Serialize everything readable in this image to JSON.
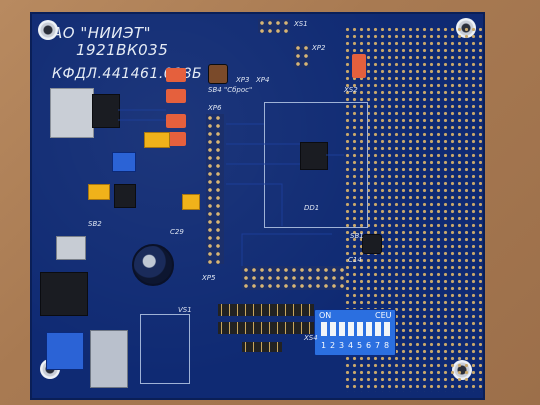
{
  "board": {
    "maker_line": "АО \"НИИЭТ\"",
    "chip_line": "1921ВК035",
    "doc_line": "КФДЛ.441461.018Б",
    "labels": [
      "XS1",
      "XP2",
      "XS2",
      "SB4",
      "\"Сброс\"",
      "XP3",
      "XP4",
      "SB1",
      "XP5",
      "SB2",
      "C29",
      "VS1",
      "XP6",
      "XS4",
      "C14",
      "DD1"
    ],
    "dip": {
      "on_label": "ON",
      "brand_label": "CEU",
      "numbers": [
        "1",
        "2",
        "3",
        "4",
        "5",
        "6",
        "7",
        "8"
      ]
    }
  },
  "colors": {
    "pcb": "#0f2a73",
    "silk": "#e6ecf5",
    "jumper": "#e5603d",
    "gold": "#d8b574",
    "dip": "#2b6fe0",
    "wood": "#b88a60"
  },
  "icons": [
    "mounting-hole-icon",
    "dip-switch-icon",
    "capacitor-icon",
    "jumper-icon"
  ]
}
